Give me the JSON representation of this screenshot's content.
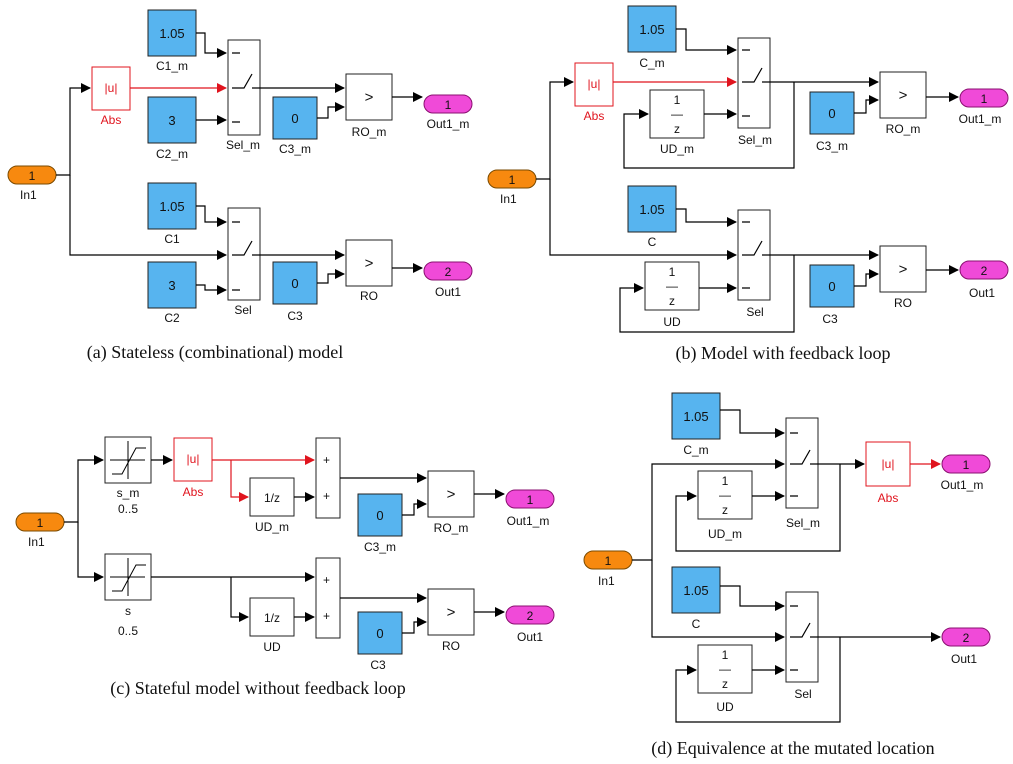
{
  "captions": {
    "a": "(a) Stateless (combinational) model",
    "b": "(b) Model with feedback loop",
    "c": "(c) Stateful model without feedback loop",
    "d": "(d) Equivalence at the mutated location"
  },
  "a": {
    "in_port": "1",
    "in_name": "In1",
    "c1m_val": "1.05",
    "c1m_name": "C1_m",
    "abs_text": "|u|",
    "abs_name": "Abs",
    "c2m_val": "3",
    "c2m_name": "C2_m",
    "selm_name": "Sel_m",
    "c3m_val": "0",
    "c3m_name": "C3_m",
    "rom_op": ">",
    "rom_name": "RO_m",
    "out1m_port": "1",
    "out1m_name": "Out1_m",
    "c1_val": "1.05",
    "c1_name": "C1",
    "c2_val": "3",
    "c2_name": "C2",
    "sel_name": "Sel",
    "c3_val": "0",
    "c3_name": "C3",
    "ro_op": ">",
    "ro_name": "RO",
    "out1_port": "2",
    "out1_name": "Out1"
  },
  "b": {
    "in_port": "1",
    "in_name": "In1",
    "cm_val": "1.05",
    "cm_name": "C_m",
    "abs_text": "|u|",
    "abs_name": "Abs",
    "udm_num": "1",
    "udm_bar": "—",
    "udm_den": "z",
    "udm_name": "UD_m",
    "selm_name": "Sel_m",
    "c3m_val": "0",
    "c3m_name": "C3_m",
    "rom_op": ">",
    "rom_name": "RO_m",
    "out1m_port": "1",
    "out1m_name": "Out1_m",
    "c_val": "1.05",
    "c_name": "C",
    "ud_num": "1",
    "ud_bar": "—",
    "ud_den": "z",
    "ud_name": "UD",
    "sel_name": "Sel",
    "c3_val": "0",
    "c3_name": "C3",
    "ro_op": ">",
    "ro_name": "RO",
    "out1_port": "2",
    "out1_name": "Out1"
  },
  "c": {
    "in_port": "1",
    "in_name": "In1",
    "sm_name": "s_m",
    "sm_range": "0..5",
    "abs_text": "|u|",
    "abs_name": "Abs",
    "udm_text": "1/z",
    "udm_name": "UD_m",
    "summ_plus1": "+",
    "summ_plus2": "+",
    "c3m_val": "0",
    "c3m_name": "C3_m",
    "rom_op": ">",
    "rom_name": "RO_m",
    "out1m_port": "1",
    "out1m_name": "Out1_m",
    "s_name": "s",
    "s_range": "0..5",
    "ud_text": "1/z",
    "ud_name": "UD",
    "sum_plus1": "+",
    "sum_plus2": "+",
    "c3_val": "0",
    "c3_name": "C3",
    "ro_op": ">",
    "ro_name": "RO",
    "out1_port": "2",
    "out1_name": "Out1"
  },
  "d": {
    "in_port": "1",
    "in_name": "In1",
    "cm_val": "1.05",
    "cm_name": "C_m",
    "udm_num": "1",
    "udm_bar": "—",
    "udm_den": "z",
    "udm_name": "UD_m",
    "selm_name": "Sel_m",
    "abs_text": "|u|",
    "abs_name": "Abs",
    "out1m_port": "1",
    "out1m_name": "Out1_m",
    "c_val": "1.05",
    "c_name": "C",
    "ud_num": "1",
    "ud_bar": "—",
    "ud_den": "z",
    "ud_name": "UD",
    "sel_name": "Sel",
    "out1_port": "2",
    "out1_name": "Out1"
  },
  "colors": {
    "inport": "#f7890f",
    "outport": "#f04ad8",
    "constant": "#57b4ef",
    "mutation": "#e0141e",
    "wire": "#000000"
  }
}
